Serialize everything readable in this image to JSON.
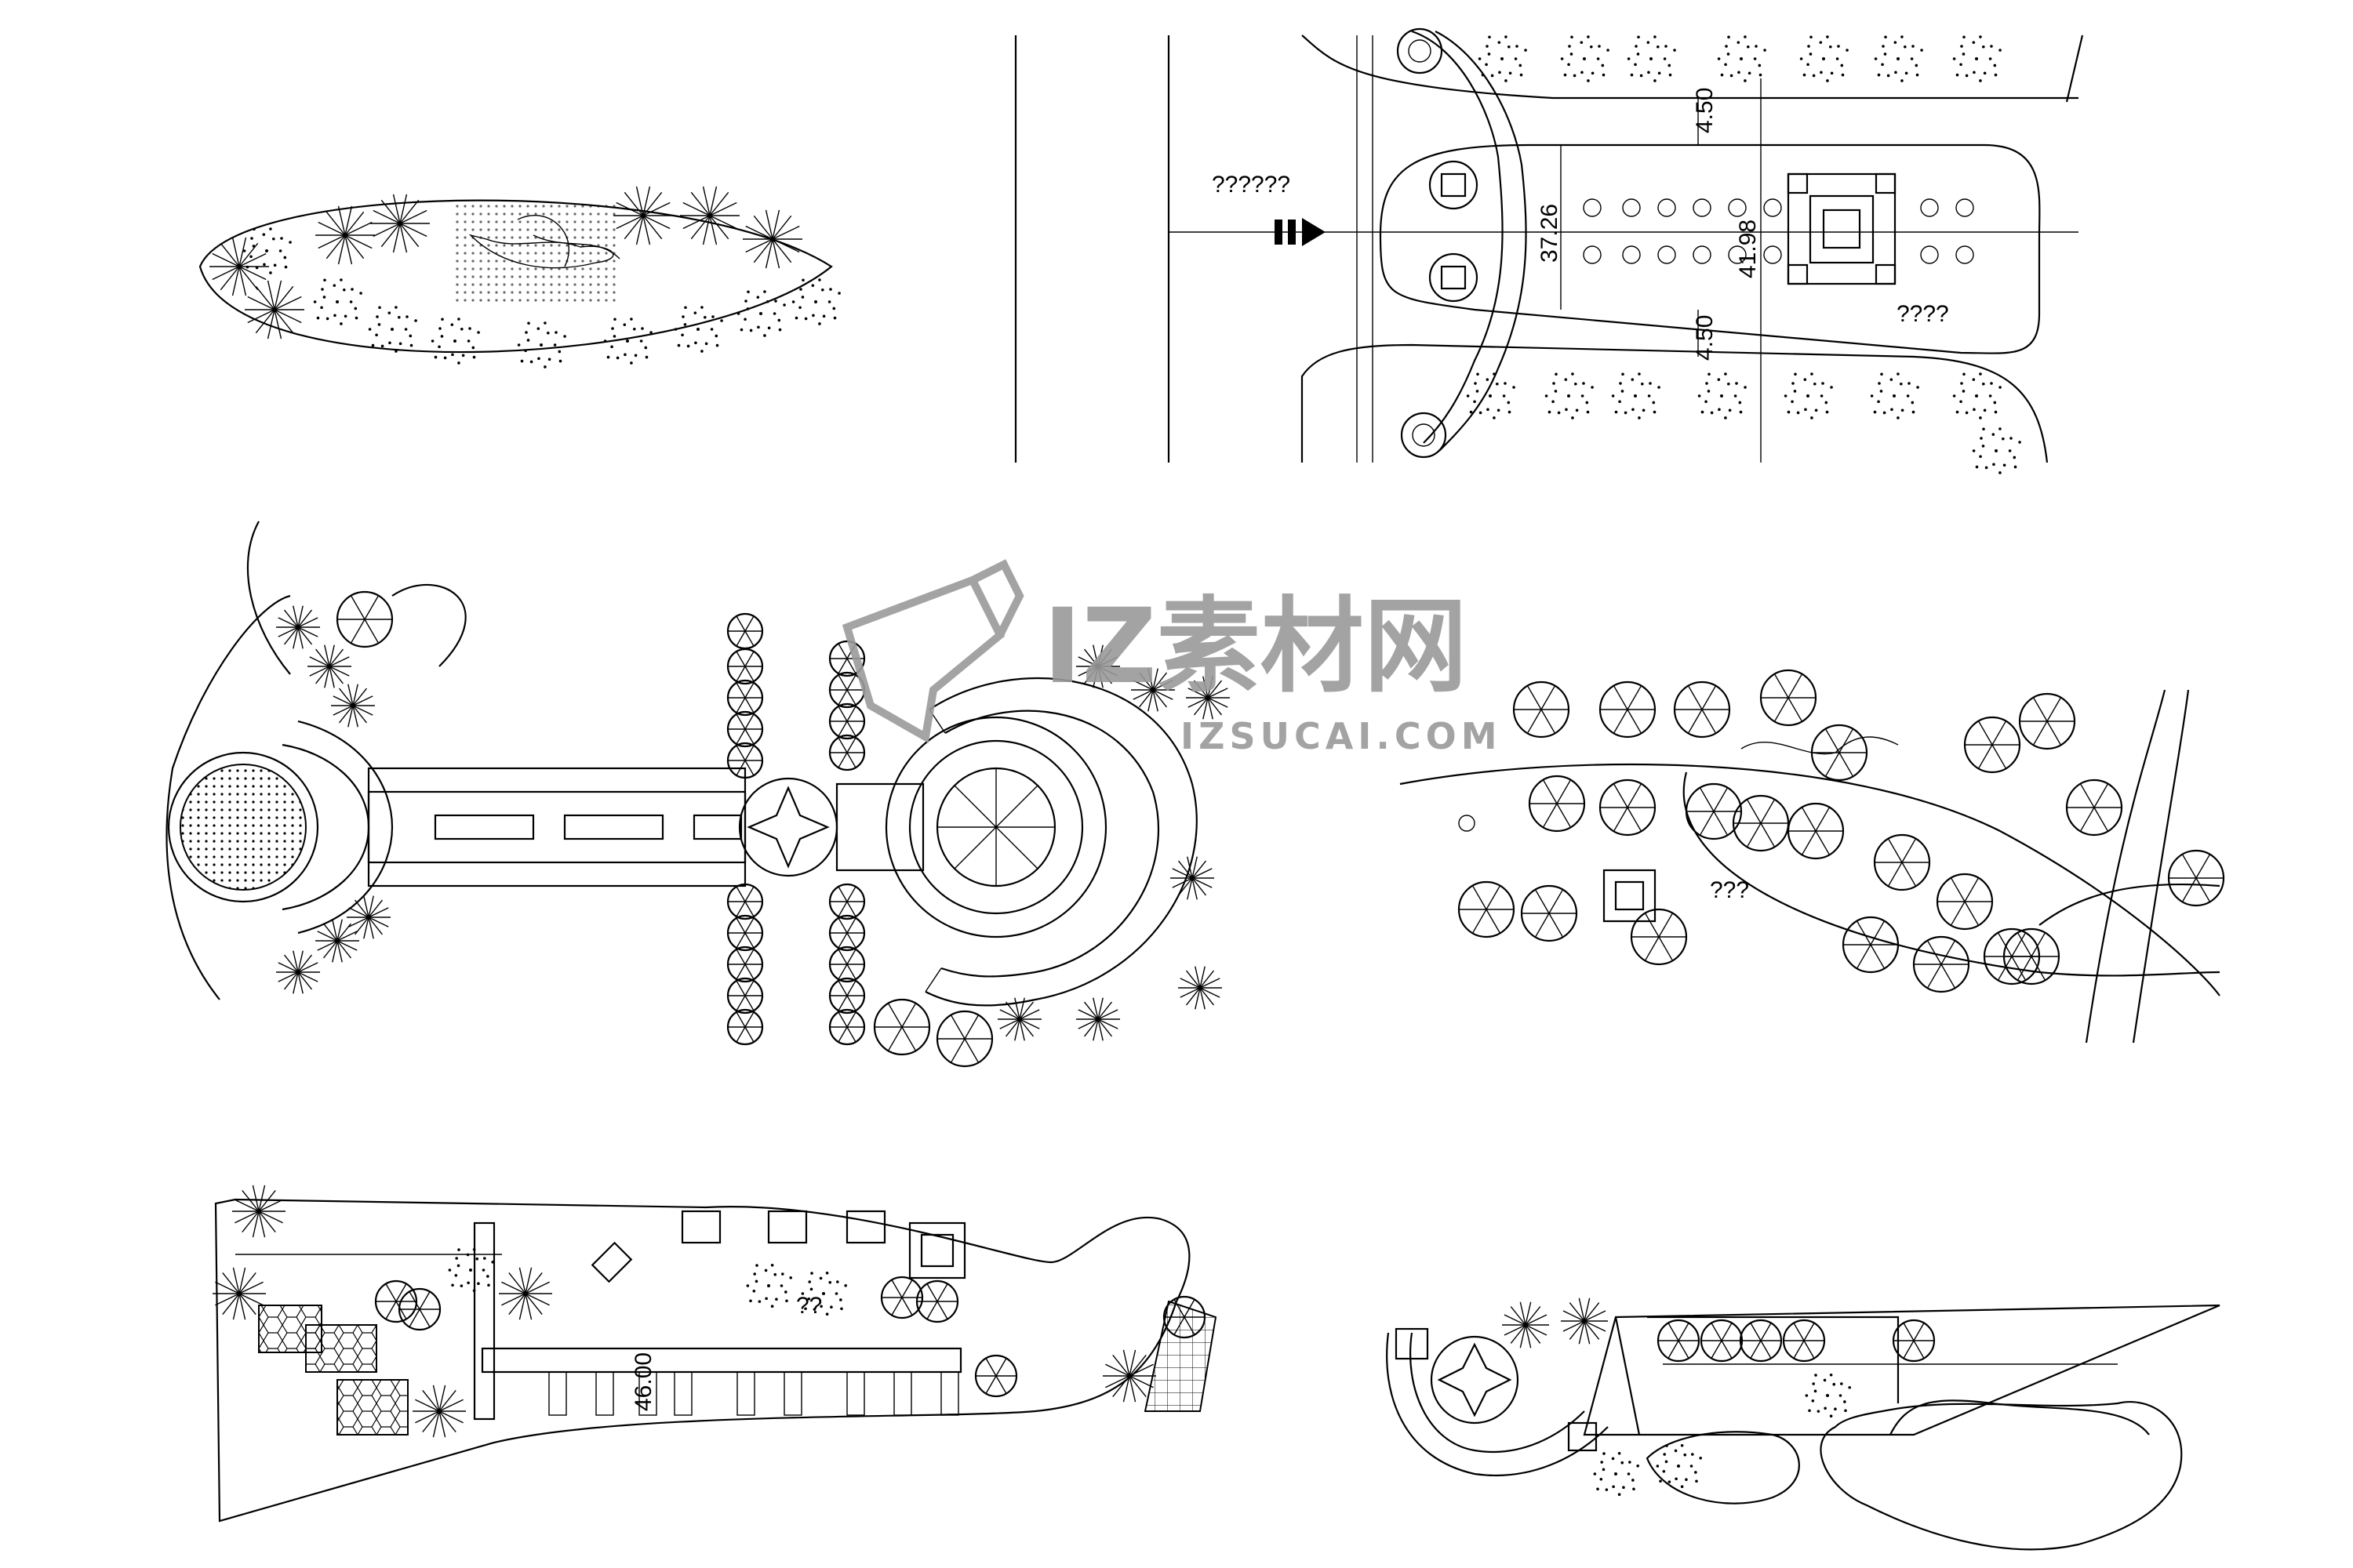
{
  "plans": {
    "top_right": {
      "note_left": "??????",
      "note_right": "????",
      "dim_top": "4.50",
      "dim_bottom": "4.50",
      "dim_width": "37.26",
      "dim_total": "41.98"
    },
    "right_middle": {
      "note": "???"
    },
    "bottom_left": {
      "dim_length": "46.00",
      "note": "??"
    }
  },
  "watermark": {
    "brand": "IZ素材网",
    "url": "IZSUCAI.COM",
    "color": "#9a9a9a"
  },
  "colors": {
    "line": "#000000",
    "background": "#ffffff"
  }
}
